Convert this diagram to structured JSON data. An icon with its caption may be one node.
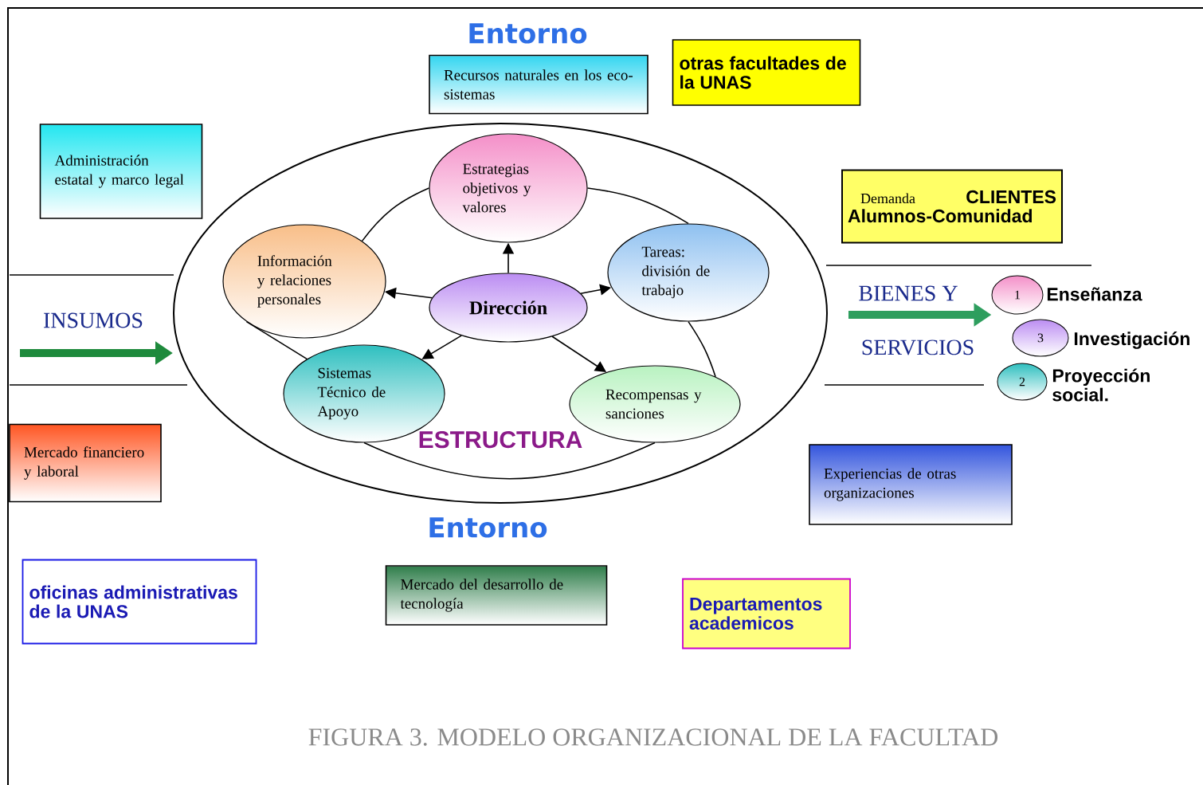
{
  "diagram": {
    "caption": "FIGURA 3. MODELO  ORGANIZACIONAL DE LA FACULTAD",
    "nodes": [
      {
        "text": [
          "ESTRUCTURA"
        ]
      },
      {
        "text": [
          "Estrategias objetivos y valores"
        ],
        "in": 0
      },
      {
        "text": [
          "Información y relaciones personales"
        ],
        "in": 0
      },
      {
        "text": [
          "Dirección"
        ],
        "in": 0
      },
      {
        "text": [
          "Tareas: división de trabajo"
        ],
        "in": 0
      },
      {
        "text": [
          "Sistemas Técnico de Apoyo"
        ],
        "in": 0
      },
      {
        "text": [
          "Recompensas y sanciones"
        ],
        "in": 0
      },
      {
        "text": [
          "1"
        ],
        "beside": [
          "Enseñanza"
        ]
      },
      {
        "text": [
          "3"
        ],
        "beside": [
          "Investigación"
        ]
      },
      {
        "text": [
          "2"
        ],
        "beside": [
          "Proyección social."
        ]
      },
      {
        "text": [
          "Recursos naturales en los eco-sistemas"
        ]
      },
      {
        "text": [
          "otras facultades de la UNAS"
        ]
      },
      {
        "text": [
          "Administración estatal y marco legal"
        ]
      },
      {
        "text": [
          "Demanda",
          "CLIENTES",
          "Alumnos-Comunidad"
        ]
      },
      {
        "text": [
          "Mercado financiero y laboral"
        ]
      },
      {
        "text": [
          "Experiencias de otras organizaciones"
        ]
      },
      {
        "text": [
          "oficinas administrativas de la UNAS"
        ]
      },
      {
        "text": [
          "Mercado del desarrollo de tecnología"
        ]
      },
      {
        "text": [
          "Departamentos academicos"
        ]
      }
    ],
    "edges": [
      {
        "from": 3,
        "to": 1,
        "arrow": "to"
      },
      {
        "from": 3,
        "to": 2,
        "arrow": "to"
      },
      {
        "from": 3,
        "to": 4,
        "arrow": "to"
      },
      {
        "from": 3,
        "to": 5,
        "arrow": "to"
      },
      {
        "from": 3,
        "to": 6,
        "arrow": "to"
      },
      {
        "from": 2,
        "to": 1,
        "arrow": "none"
      },
      {
        "from": 1,
        "to": 4,
        "arrow": "none"
      },
      {
        "from": 4,
        "to": 6,
        "arrow": "none"
      },
      {
        "from": 5,
        "to": 6,
        "arrow": "none"
      },
      {
        "from": 5,
        "to": 2,
        "arrow": "none"
      },
      {
        "from": null,
        "to": 0,
        "arrow": "to",
        "style": "thick",
        "color": "#1e8a3c"
      },
      {
        "from": null,
        "to": 7,
        "arrow": "to",
        "style": "thick",
        "color": "#2e9e5e"
      }
    ],
    "labels": [
      "Entorno",
      "Entorno",
      "INSUMOS",
      "BIENES Y",
      "SERVICIOS"
    ]
  }
}
